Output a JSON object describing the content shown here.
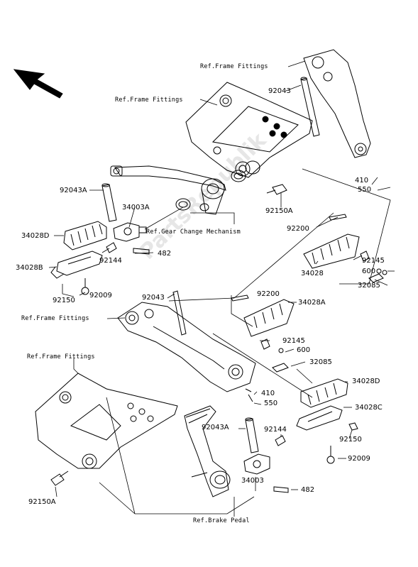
{
  "watermark": "PartsRepublik",
  "refs": {
    "frame_top_right": "Ref.Frame Fittings",
    "frame_top_mid": "Ref.Frame Fittings",
    "gear_change": "Ref.Gear Change Mechanism",
    "frame_mid_left": "Ref.Frame Fittings",
    "frame_bottom_left": "Ref.Frame Fittings",
    "brake_pedal": "Ref.Brake Pedal"
  },
  "parts": {
    "p92043_top": "92043",
    "p410_top": "410",
    "p550_top": "550",
    "p92043A_left": "92043A",
    "p34003A": "34003A",
    "p92150A_mid": "92150A",
    "p34028D_left": "34028D",
    "p92144_left": "92144",
    "p482_left": "482",
    "p34028B": "34028B",
    "p92150_left": "92150",
    "p92009_left": "92009",
    "p92200_top": "92200",
    "p92145_top": "92145",
    "p600_top": "600",
    "p34028": "34028",
    "p32085_top": "32085",
    "p92043_mid": "92043",
    "p92200_mid": "92200",
    "p34028A": "34028A",
    "p92145_mid": "92145",
    "p600_mid": "600",
    "p32085_mid": "32085",
    "p410_mid": "410",
    "p550_mid": "550",
    "p34028D_right": "34028D",
    "p34028C": "34028C",
    "p92150_right": "92150",
    "p92043A_bottom": "92043A",
    "p92144_bottom": "92144",
    "p92009_right": "92009",
    "p34003": "34003",
    "p482_bottom": "482",
    "p92150A_bottom": "92150A"
  }
}
